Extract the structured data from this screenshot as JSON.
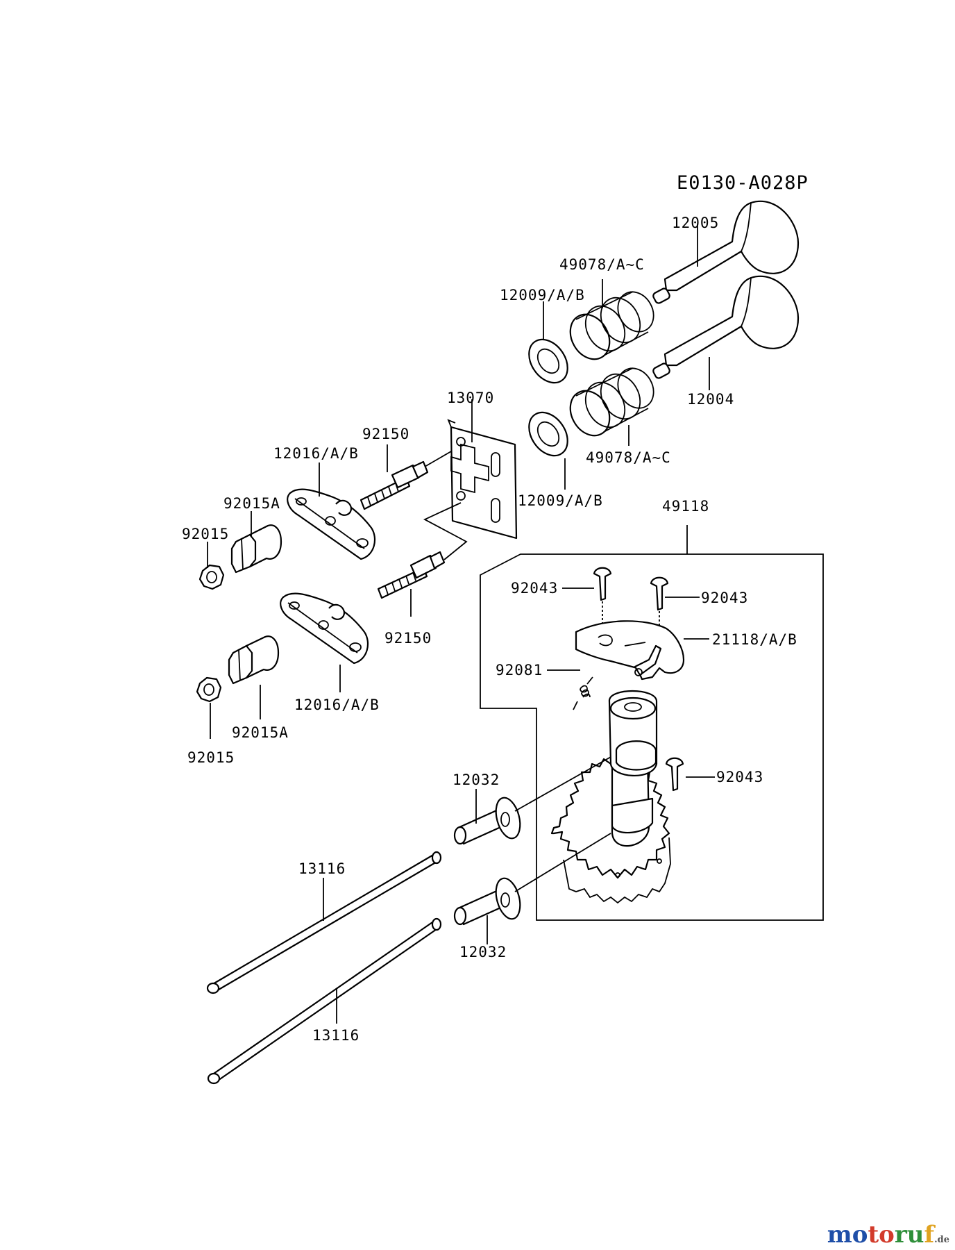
{
  "diagram_code": "E0130-A028P",
  "labels": {
    "p12005": "12005",
    "p49078_a": "49078/A~C",
    "p12009_a": "12009/A/B",
    "p12004": "12004",
    "p13070": "13070",
    "p49078_b": "49078/A~C",
    "p92150_a": "92150",
    "p12016_a": "12016/A/B",
    "p92015A_a": "92015A",
    "p12009_b": "12009/A/B",
    "p49118": "49118",
    "p92015_a": "92015",
    "p92043_a": "92043",
    "p92043_b": "92043",
    "p92150_b": "92150",
    "p21118": "21118/A/B",
    "p92081": "92081",
    "p12016_b": "12016/A/B",
    "p92015A_b": "92015A",
    "p92015_b": "92015",
    "p92043_c": "92043",
    "p12032_a": "12032",
    "p13116_a": "13116",
    "p12032_b": "12032",
    "p13116_b": "13116"
  },
  "watermark": {
    "m1": "mo",
    "m2": "to",
    "m3": "ru",
    "m4": "f",
    "suffix": ".de"
  }
}
